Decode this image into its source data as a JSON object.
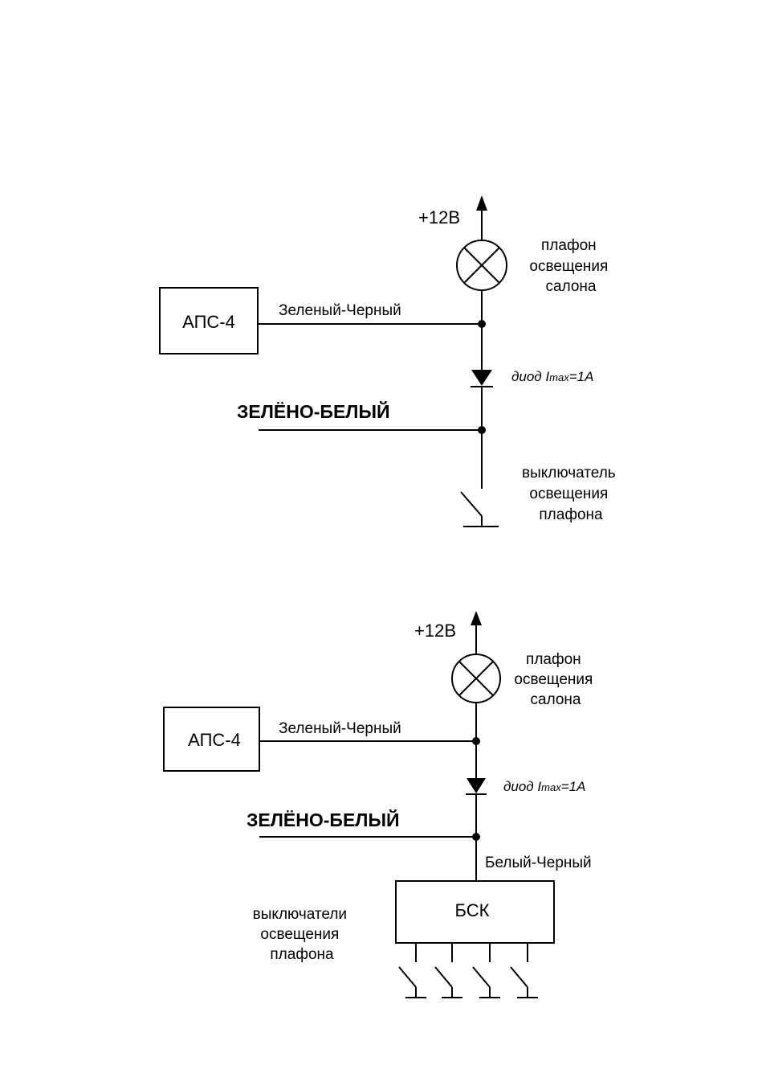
{
  "diagram1": {
    "supply_label": "+12B",
    "lamp_label": [
      "плафон",
      "освещения",
      "салона"
    ],
    "unit_label": "АПС-4",
    "wire_green_black": "Зеленый-Черный",
    "diode_label_prefix": "диод I",
    "diode_label_sub": "max",
    "diode_label_suffix": "=1A",
    "wire_green_white": "ЗЕЛЁНО-БЕЛЫЙ",
    "switch_label": [
      "выключатель",
      "освещения",
      "плафона"
    ]
  },
  "diagram2": {
    "supply_label": "+12B",
    "lamp_label": [
      "плафон",
      "освещения",
      "салона"
    ],
    "unit_label": "АПС-4",
    "wire_green_black": "Зеленый-Черный",
    "diode_label_prefix": "диод I",
    "diode_label_sub": "max",
    "diode_label_suffix": "=1A",
    "wire_green_white": "ЗЕЛЁНО-БЕЛЫЙ",
    "wire_white_black": "Белый-Черный",
    "block_label": "БСК",
    "switches_label": [
      "выключатели",
      "освещения",
      "плафона"
    ]
  }
}
